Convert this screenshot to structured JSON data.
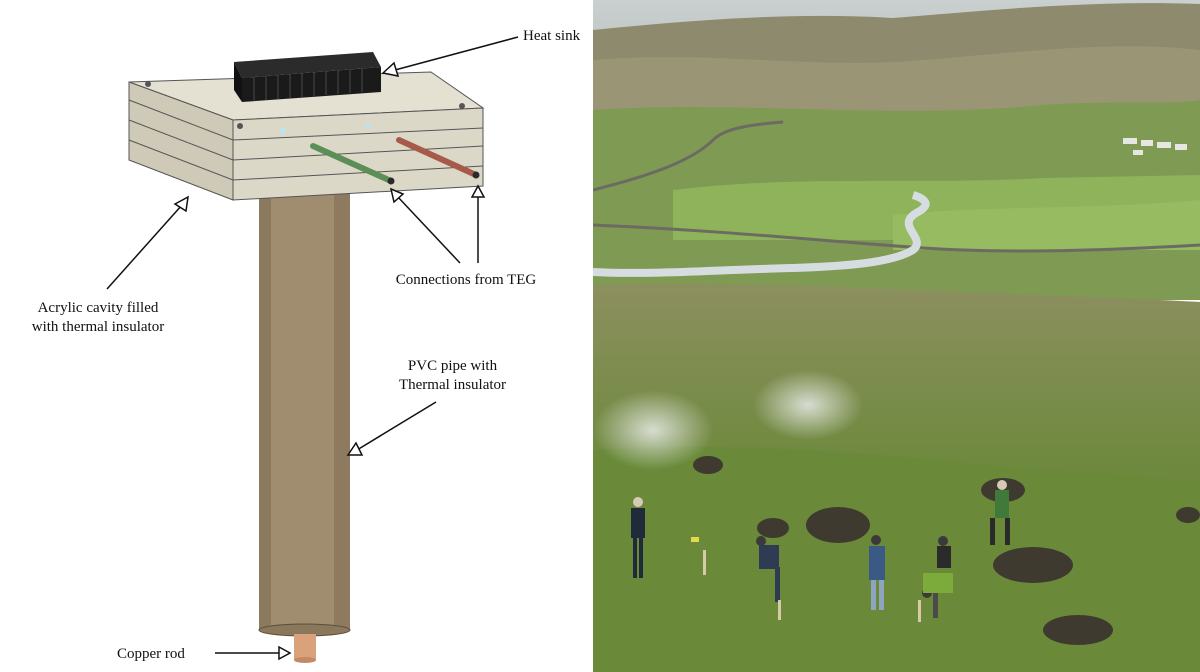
{
  "diagram": {
    "labels": {
      "heat_sink": "Heat sink",
      "connections": "Connections from TEG",
      "acrylic_line1": "Acrylic cavity filled",
      "acrylic_line2": "with thermal insulator",
      "pvc_line1": "PVC pipe with",
      "pvc_line2": "Thermal insulator",
      "copper_rod": "Copper rod"
    },
    "colors": {
      "box": "#dcd8c8",
      "heat_sink": "#1a1a1a",
      "pipe": "#a08c6e",
      "copper": "#d9a27a",
      "wire_green": "#5c8f58",
      "wire_red": "#a85a4a"
    }
  },
  "photo": {
    "colors": {
      "sky": "#c9d0cf",
      "hills": "#8d8a6e",
      "valley": "#7f9a52",
      "river": "#d6dde0",
      "foreground": "#6f8a3f"
    }
  }
}
